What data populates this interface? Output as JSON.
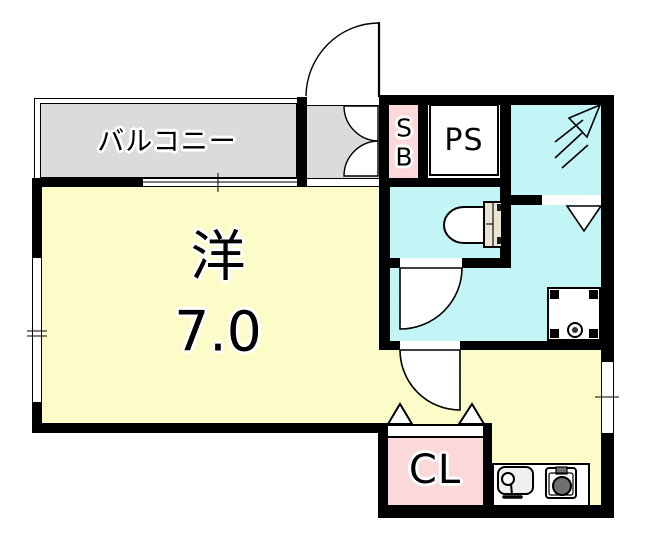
{
  "plan": {
    "description": "Japanese one-room apartment floor plan",
    "balcony": {
      "label": "バルコニー"
    },
    "main_room": {
      "type_label": "洋",
      "size_label": "7.0"
    },
    "shoe_box": {
      "letters": [
        "S",
        "B"
      ]
    },
    "pipe_space": {
      "label": "PS"
    },
    "closet": {
      "label": "CL"
    },
    "icons": [
      "entrance-door-swing",
      "shoe-cabinet-double-door-swing",
      "toilet",
      "toilet-door-swing",
      "kitchen-door-swing",
      "closet-bifold-triangles",
      "corner-room-door-triangle",
      "entry-direction-arrow",
      "washing-machine-pan",
      "kitchen-sink",
      "single-burner-stove",
      "balcony-window",
      "left-window",
      "right-window"
    ],
    "colors": {
      "wall": "#000000",
      "room_yellow": "#FCFCC9",
      "wet_cyan": "#C3F5F7",
      "storage_pink": "#FBD9DA",
      "balcony_gray": "#DBDBDB",
      "tank_beige": "#EAE4D3",
      "appliance_gray": "#6F6F6F",
      "sink_gray": "#F0F0F0"
    }
  }
}
